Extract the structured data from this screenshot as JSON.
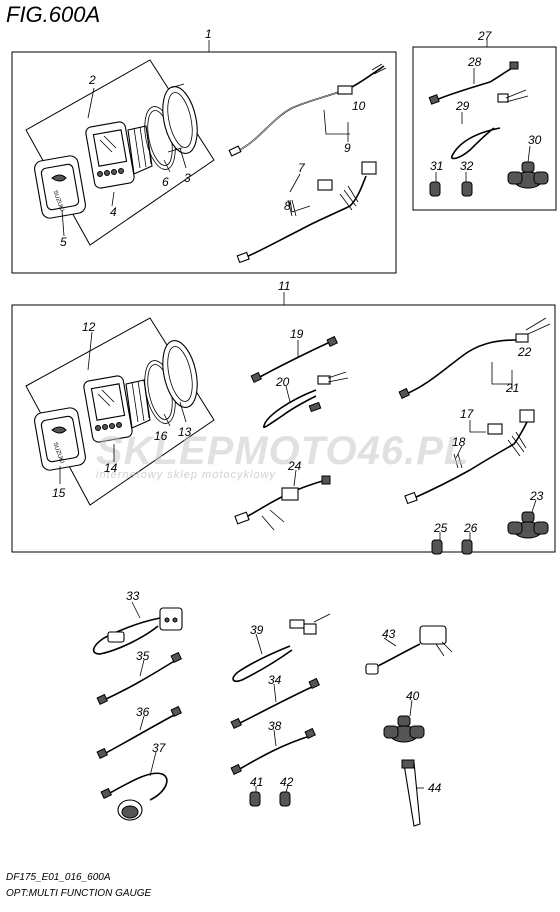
{
  "diagram": {
    "title": "FIG.600A",
    "code": "DF175_E01_016_600A",
    "caption": "OPT:MULTI FUNCTION GAUGE",
    "watermark": {
      "brand": "SKLEPMOTO46.PL",
      "tagline": "internetowy sklep motocyklowy"
    },
    "logo_text": "SUZUKI",
    "part_numbers": [
      "1",
      "2",
      "3",
      "4",
      "5",
      "6",
      "7",
      "8",
      "9",
      "10",
      "11",
      "12",
      "13",
      "14",
      "15",
      "16",
      "17",
      "18",
      "19",
      "20",
      "21",
      "22",
      "23",
      "24",
      "25",
      "26",
      "27",
      "28",
      "29",
      "30",
      "31",
      "32",
      "33",
      "34",
      "35",
      "36",
      "37",
      "38",
      "39",
      "40",
      "41",
      "42",
      "43",
      "44"
    ]
  }
}
